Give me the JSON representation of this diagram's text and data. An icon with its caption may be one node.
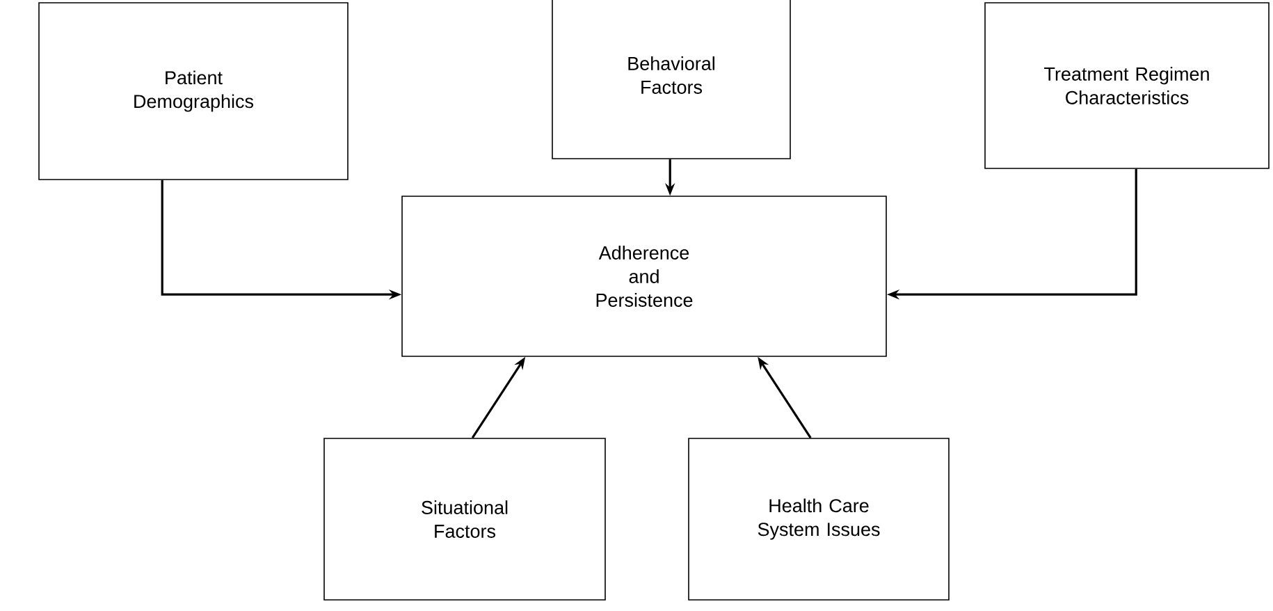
{
  "diagram": {
    "nodes": [
      {
        "text": [
          "Patient Demographics"
        ]
      },
      {
        "text": [
          "Behavioral Factors"
        ]
      },
      {
        "text": [
          "Treatment Regimen Characteristics"
        ]
      },
      {
        "text": [
          "Adherence and Persistence"
        ]
      },
      {
        "text": [
          "Situational Factors"
        ]
      },
      {
        "text": [
          "Health Care System Issues"
        ]
      }
    ],
    "edges": [
      {
        "from": 0,
        "to": 3,
        "arrow": "to"
      },
      {
        "from": 1,
        "to": 3,
        "arrow": "to"
      },
      {
        "from": 2,
        "to": 3,
        "arrow": "to"
      },
      {
        "from": 4,
        "to": 3,
        "arrow": "to"
      },
      {
        "from": 5,
        "to": 3,
        "arrow": "to"
      }
    ]
  }
}
